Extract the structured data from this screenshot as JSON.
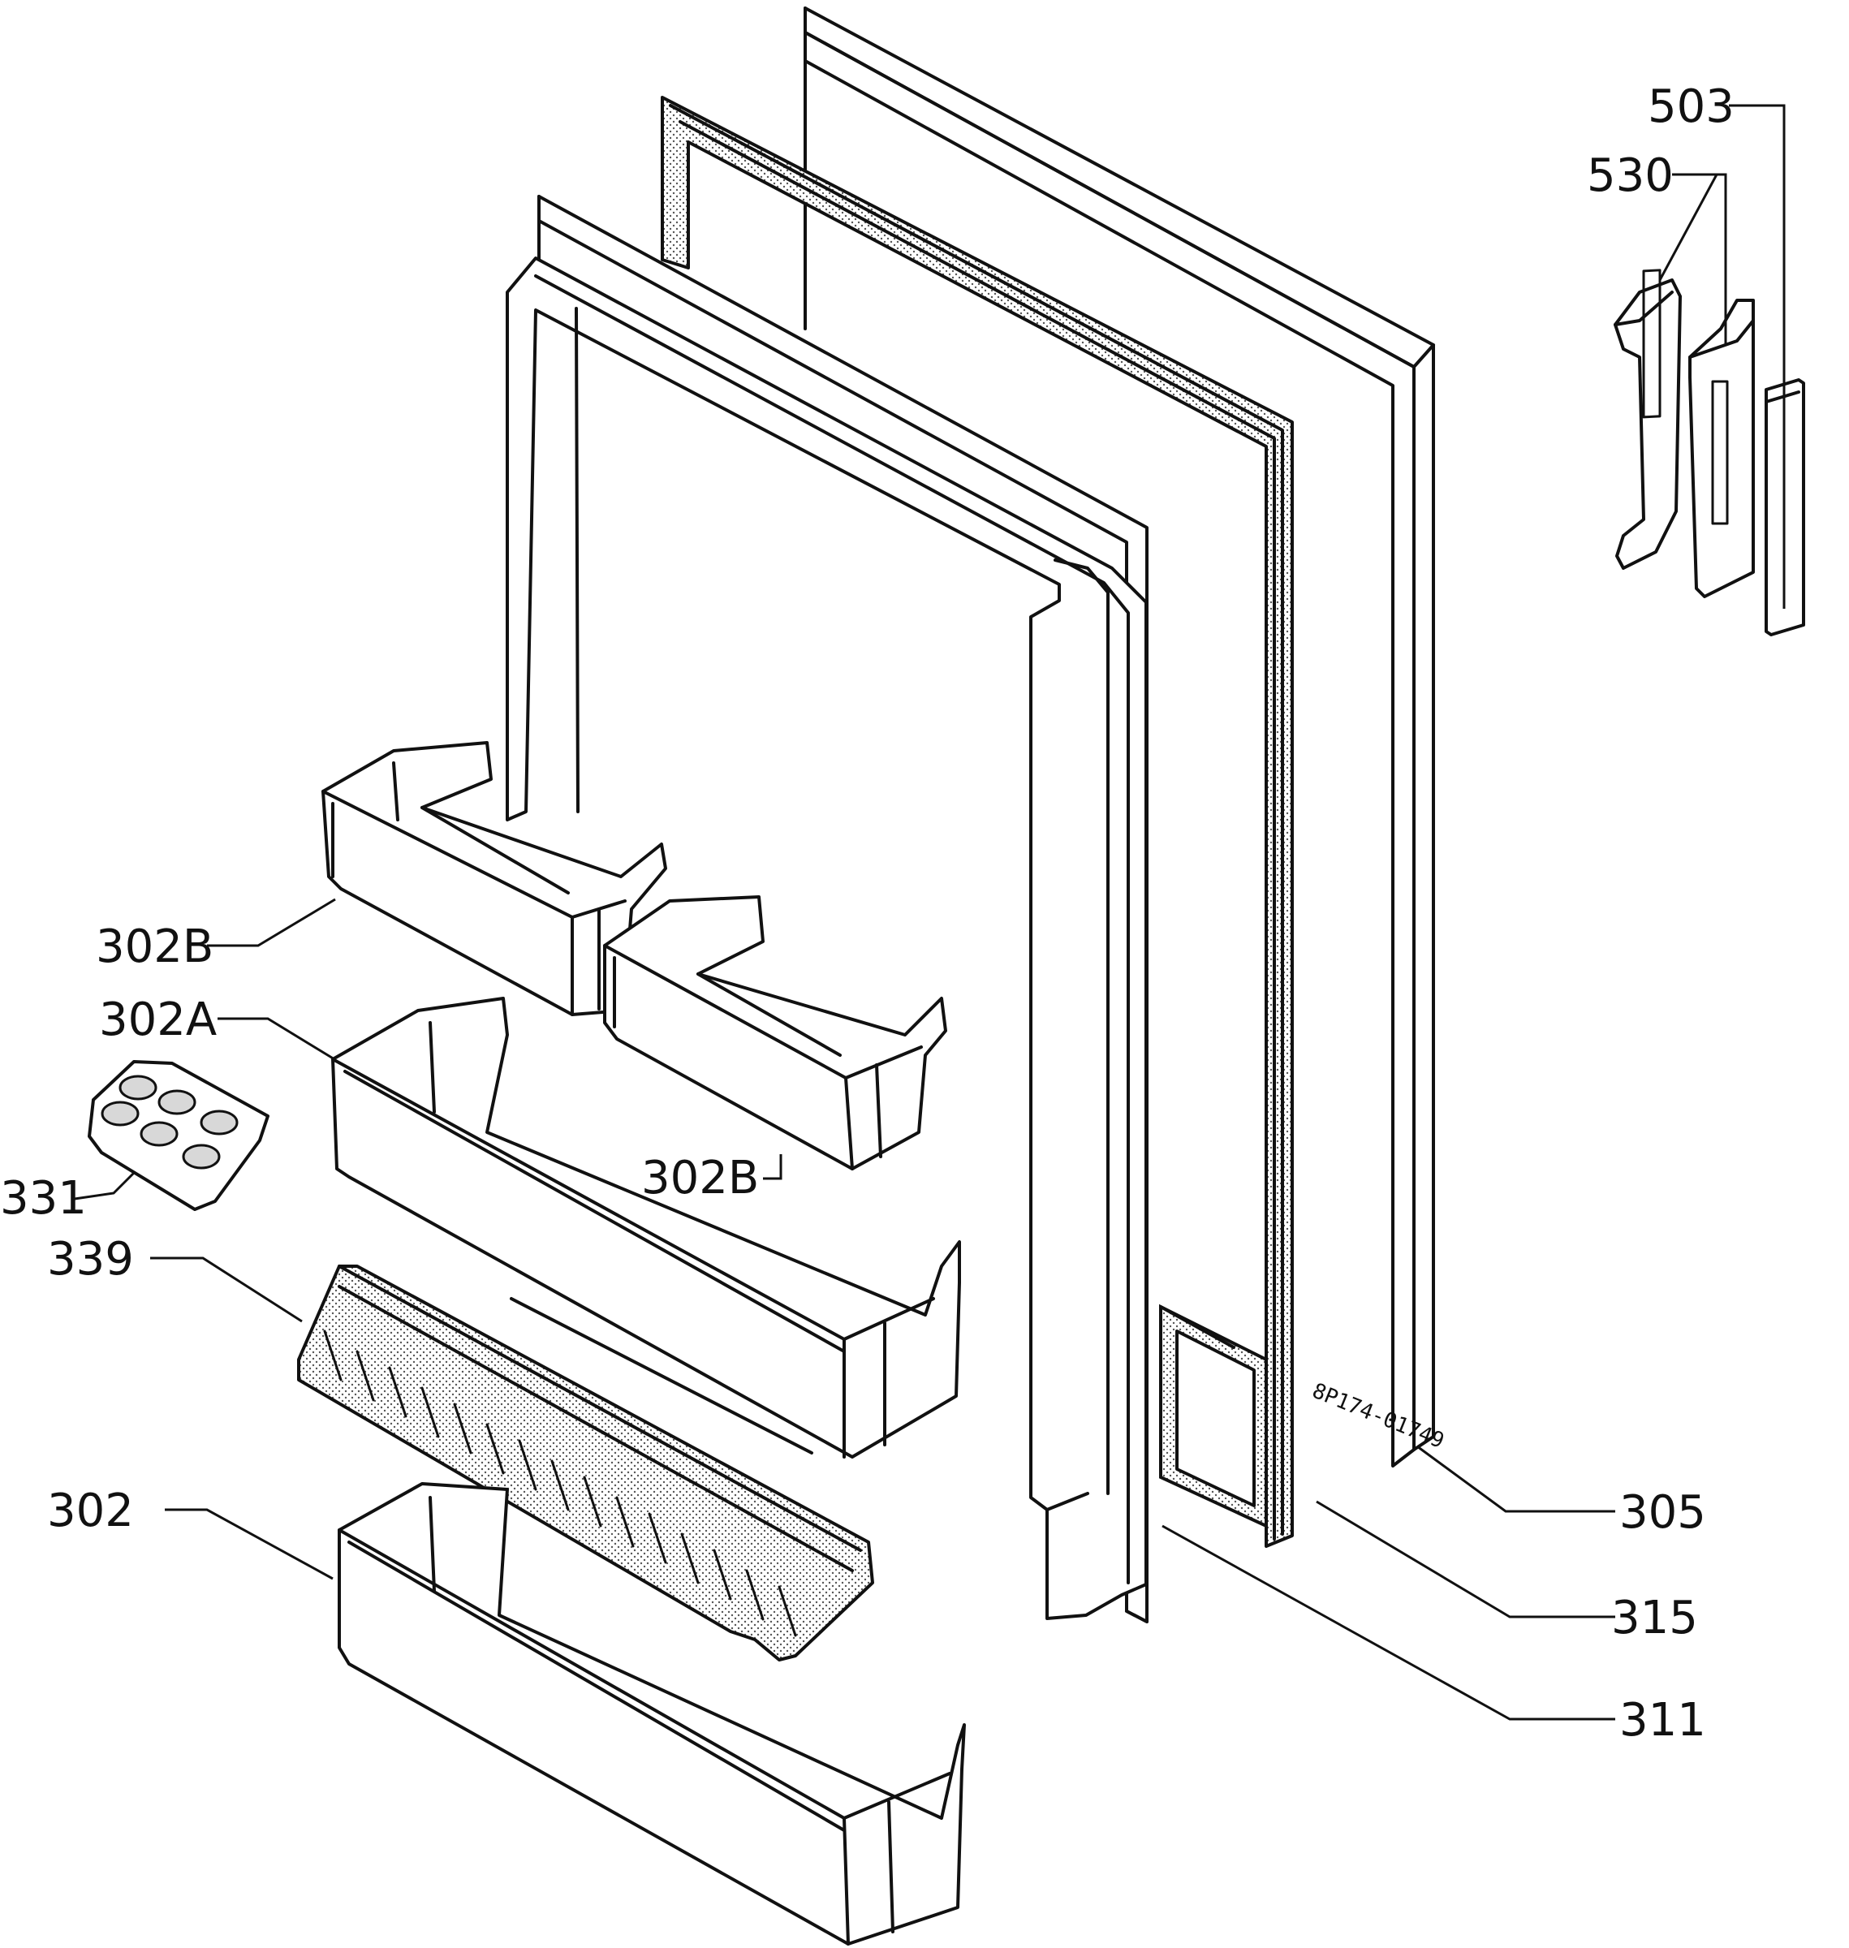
{
  "drawing_code": "8P174-01749",
  "callouts": [
    {
      "id": "503",
      "text": "503"
    },
    {
      "id": "530",
      "text": "530"
    },
    {
      "id": "302B-top",
      "text": "302B"
    },
    {
      "id": "302A",
      "text": "302A"
    },
    {
      "id": "302B-right",
      "text": "302B"
    },
    {
      "id": "331",
      "text": "331"
    },
    {
      "id": "339",
      "text": "339"
    },
    {
      "id": "302",
      "text": "302"
    },
    {
      "id": "305",
      "text": "305"
    },
    {
      "id": "315",
      "text": "315"
    },
    {
      "id": "311",
      "text": "311"
    }
  ]
}
